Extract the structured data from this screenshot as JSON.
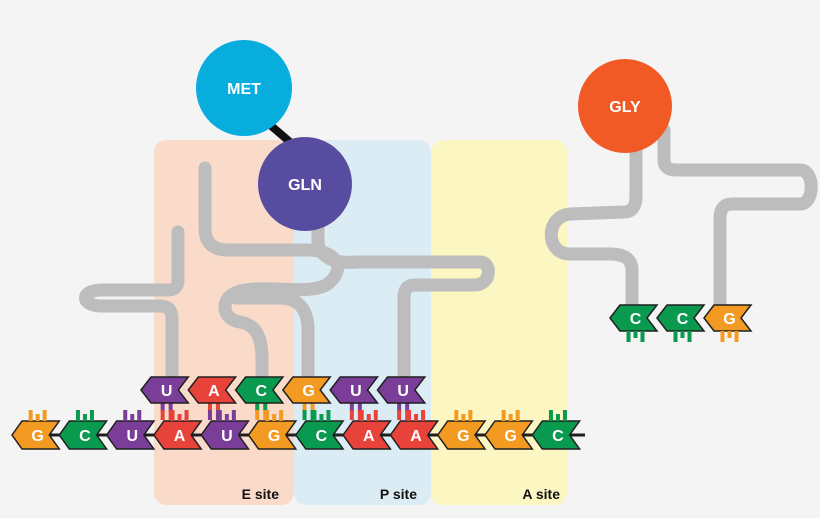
{
  "colors": {
    "background": "#f4f4f5",
    "mrna_backbone": "#1f1f1f",
    "trna_strand": "#bdbdbe",
    "e_site": "#fadbc9",
    "p_site": "#dcecf4",
    "a_site": "#fcf6c2",
    "base": {
      "G": "#f39a22",
      "C": "#0a9a4f",
      "U": "#7b3e98",
      "A": "#e8433b"
    },
    "amino_acid": {
      "MET": "#06addd",
      "GLN": "#574c9f",
      "GLY": "#f15a24"
    },
    "peptide_bond": "#111111"
  },
  "sites": [
    {
      "id": "e",
      "label": "E site"
    },
    {
      "id": "p",
      "label": "P site"
    },
    {
      "id": "a",
      "label": "A site"
    }
  ],
  "mrna": {
    "bases": [
      "G",
      "C",
      "U",
      "A",
      "U",
      "G",
      "C",
      "A",
      "A",
      "G",
      "G",
      "C"
    ]
  },
  "trna_bound": {
    "anticodon_bases": [
      "U",
      "A",
      "C",
      "G",
      "U",
      "U"
    ]
  },
  "trna_incoming": {
    "anticodon_bases": [
      "C",
      "C",
      "G"
    ]
  },
  "amino_acids": [
    {
      "id": "met",
      "label": "MET"
    },
    {
      "id": "gln",
      "label": "GLN"
    },
    {
      "id": "gly",
      "label": "GLY"
    }
  ]
}
